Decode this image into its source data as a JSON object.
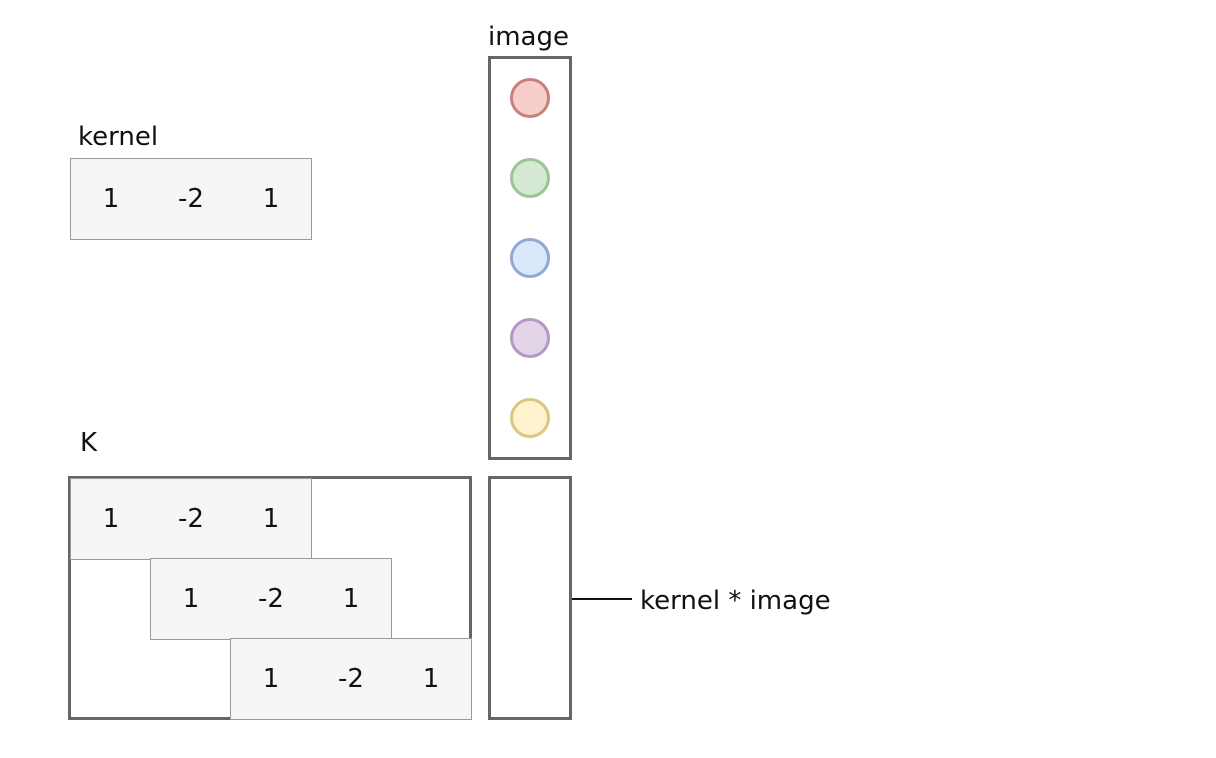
{
  "kernel": {
    "title": "kernel",
    "values": [
      "1",
      "-2",
      "1"
    ]
  },
  "matrix_k": {
    "title": "K",
    "rows": [
      [
        "1",
        "-2",
        "1"
      ],
      [
        "1",
        "-2",
        "1"
      ],
      [
        "1",
        "-2",
        "1"
      ]
    ]
  },
  "image": {
    "title": "image",
    "pixels": [
      {
        "name": "red-pixel",
        "fill": "#f8cecc",
        "stroke": "#c97f7c"
      },
      {
        "name": "green-pixel",
        "fill": "#d5e8d4",
        "stroke": "#9cc596"
      },
      {
        "name": "blue-pixel",
        "fill": "#dae8fc",
        "stroke": "#90a9cf"
      },
      {
        "name": "purple-pixel",
        "fill": "#e1d5e7",
        "stroke": "#b596c4"
      },
      {
        "name": "yellow-pixel",
        "fill": "#fff2cc",
        "stroke": "#dcc680"
      }
    ]
  },
  "result": {
    "label": "kernel * image"
  }
}
